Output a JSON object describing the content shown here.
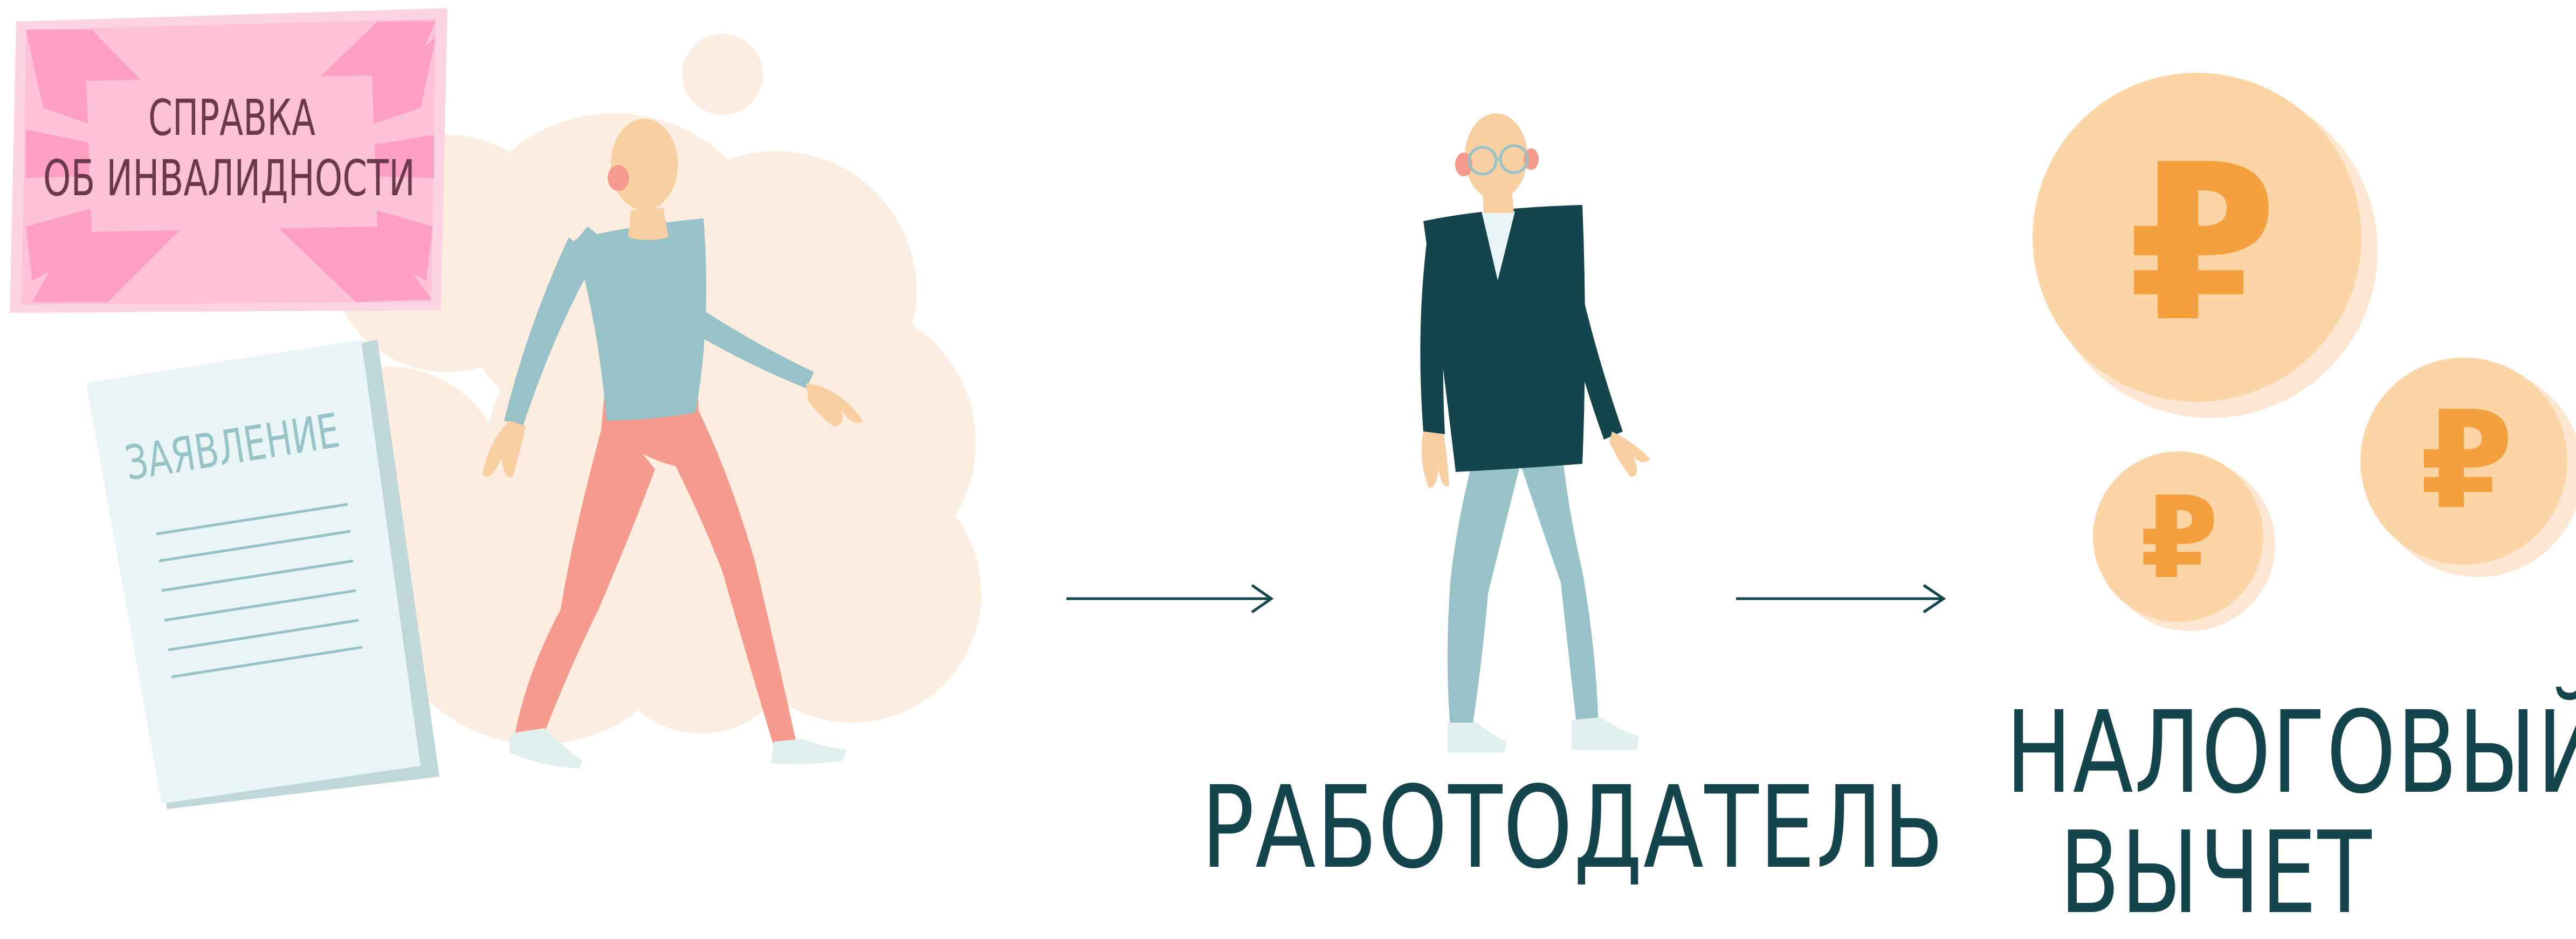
{
  "documents": {
    "certificate_line1": "СПРАВКА",
    "certificate_line2": "ОБ ИНВАЛИДНОСТИ",
    "application_title": "ЗАЯВЛЕНИЕ"
  },
  "labels": {
    "employer": "РАБОТОДАТЕЛЬ",
    "deduction_line1": "НАЛОГОВЫЙ",
    "deduction_line2": "ВЫЧЕТ"
  },
  "coins": {
    "symbol": "₽"
  },
  "colors": {
    "dark_teal": "#14454d",
    "light_blue": "#96c2c8",
    "salmon": "#f59a8c",
    "skin": "#f8cfa0",
    "peach_bg": "#fdece0",
    "coin": "#fcd5a6",
    "coin_shadow": "#fde7d3",
    "ruble": "#f4a03f",
    "pink_card": "#fdc2d8",
    "pink_rays": "#fd9cc0",
    "paper": "#e8f4f5",
    "paper_shadow": "#bfd7d9"
  }
}
